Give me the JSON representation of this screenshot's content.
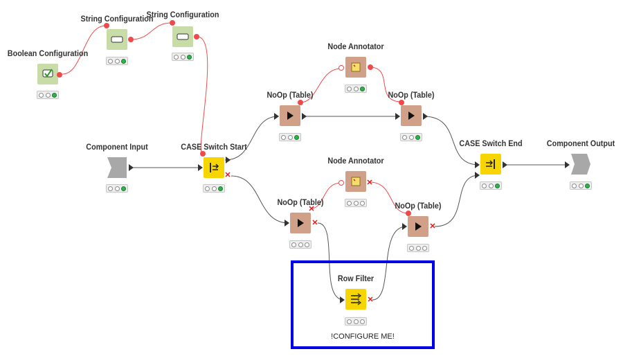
{
  "nodes": {
    "boolean_config": {
      "label": "Boolean Configuration",
      "status": [
        "empty",
        "empty",
        "green"
      ]
    },
    "string_config_1": {
      "label": "String Configuration",
      "status": [
        "empty",
        "empty",
        "green"
      ]
    },
    "string_config_2": {
      "label": "String Configuration",
      "status": [
        "empty",
        "empty",
        "green"
      ]
    },
    "component_input": {
      "label": "Component Input",
      "status": [
        "empty",
        "empty",
        "green"
      ]
    },
    "case_switch_start": {
      "label": "CASE Switch Start",
      "status": [
        "empty",
        "empty",
        "green"
      ]
    },
    "noop_top_left": {
      "label": "NoOp (Table)",
      "status": [
        "empty",
        "empty",
        "green"
      ]
    },
    "node_annotator_top": {
      "label": "Node Annotator",
      "status": [
        "empty",
        "empty",
        "green"
      ]
    },
    "noop_top_right": {
      "label": "NoOp (Table)",
      "status": [
        "empty",
        "empty",
        "green"
      ]
    },
    "case_switch_end": {
      "label": "CASE Switch End",
      "status": [
        "empty",
        "empty",
        "green"
      ]
    },
    "component_output": {
      "label": "Component Output",
      "status": [
        "empty",
        "empty",
        "green"
      ]
    },
    "node_annotator_bottom": {
      "label": "Node Annotator",
      "status": [
        "empty",
        "empty",
        "empty"
      ]
    },
    "noop_bottom_left": {
      "label": "NoOp (Table)",
      "status": [
        "empty",
        "empty",
        "empty"
      ]
    },
    "noop_bottom_right": {
      "label": "NoOp (Table)",
      "status": [
        "empty",
        "empty",
        "empty"
      ]
    },
    "row_filter": {
      "label": "Row Filter",
      "status": [
        "empty",
        "empty",
        "empty"
      ],
      "annotation": "!CONFIGURE ME!"
    }
  },
  "colors": {
    "flow_variable_connection": "#ef4a4a",
    "data_connection": "#555555",
    "selection": "#0000e6"
  }
}
